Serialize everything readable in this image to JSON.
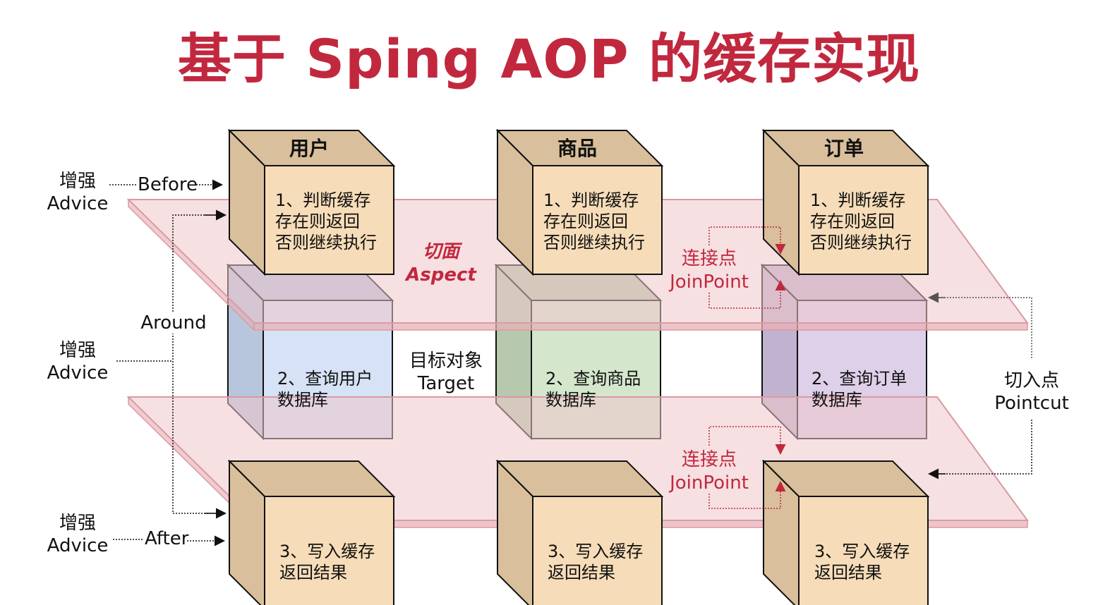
{
  "title": "基于 Sping AOP 的缓存实现",
  "columns": [
    {
      "name": "用户",
      "top_text": [
        "1、判断缓存",
        "存在则返回",
        "否则继续执行"
      ],
      "mid_text": [
        "2、查询用户",
        "数据库"
      ],
      "bottom_text": [
        "3、写入缓存",
        "返回结果"
      ]
    },
    {
      "name": "商品",
      "top_text": [
        "1、判断缓存",
        "存在则返回",
        "否则继续执行"
      ],
      "mid_text": [
        "2、查询商品",
        "数据库"
      ],
      "bottom_text": [
        "3、写入缓存",
        "返回结果"
      ]
    },
    {
      "name": "订单",
      "top_text": [
        "1、判断缓存",
        "存在则返回",
        "否则继续执行"
      ],
      "mid_text": [
        "2、查询订单",
        "数据库"
      ],
      "bottom_text": [
        "3、写入缓存",
        "返回结果"
      ]
    }
  ],
  "left_labels": {
    "advice_top": [
      "增强",
      "Advice"
    ],
    "advice_mid": [
      "增强",
      "Advice"
    ],
    "advice_bottom": [
      "增强",
      "Advice"
    ],
    "before": "Before",
    "around": "Around",
    "after": "After"
  },
  "aspect": [
    "切面",
    "Aspect"
  ],
  "target": [
    "目标对象",
    "Target"
  ],
  "joinpoint_top": [
    "连接点",
    "JoinPoint"
  ],
  "joinpoint_bottom": [
    "连接点",
    "JoinPoint"
  ],
  "pointcut": [
    "切入点",
    "Pointcut"
  ],
  "colors": {
    "title": "#c1283e",
    "cache_front": "#f6dcb8",
    "cache_side": "#d9bf9b",
    "user_front": "#d6e2f5",
    "user_side": "#b8c6dd",
    "product_front": "#d4e6cc",
    "product_side": "#b6c9ae",
    "order_front": "#ddd0e8",
    "order_side": "#c1b3cf",
    "plane_fill": "#efc6cb",
    "plane_stroke": "#d89aa2"
  }
}
